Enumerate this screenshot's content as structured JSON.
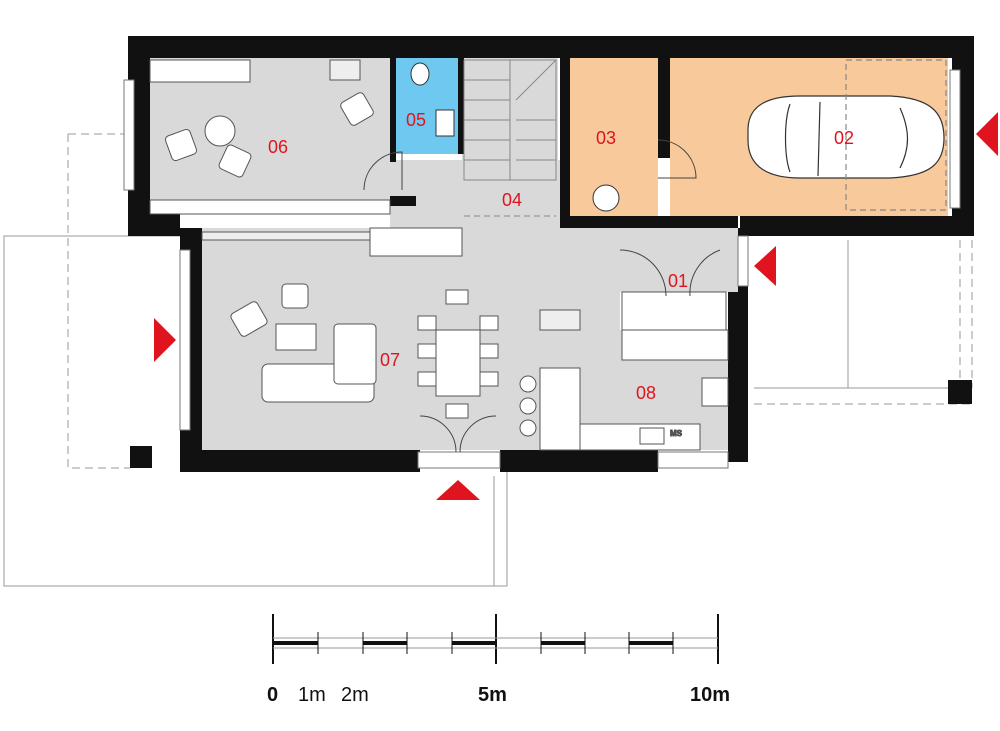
{
  "rooms": [
    {
      "id": "01",
      "label": "01"
    },
    {
      "id": "02",
      "label": "02"
    },
    {
      "id": "03",
      "label": "03"
    },
    {
      "id": "04",
      "label": "04"
    },
    {
      "id": "05",
      "label": "05"
    },
    {
      "id": "06",
      "label": "06"
    },
    {
      "id": "07",
      "label": "07"
    },
    {
      "id": "08",
      "label": "08"
    }
  ],
  "scale_bar": {
    "labels": [
      "0",
      "1m",
      "2m",
      "5m",
      "10m"
    ]
  },
  "kitchen": {
    "appliance_label": "MS"
  },
  "colors": {
    "wall": "#111111",
    "floor": "#d9d9d9",
    "garage": "#f7c99b",
    "bathroom": "#6ec8f0",
    "entrance_arrow": "#e0141e",
    "label": "#e0141e"
  },
  "icons": [
    "entrance-arrow",
    "car",
    "sofa",
    "armchair",
    "dining-table",
    "toilet",
    "sink",
    "stove",
    "stairs"
  ]
}
